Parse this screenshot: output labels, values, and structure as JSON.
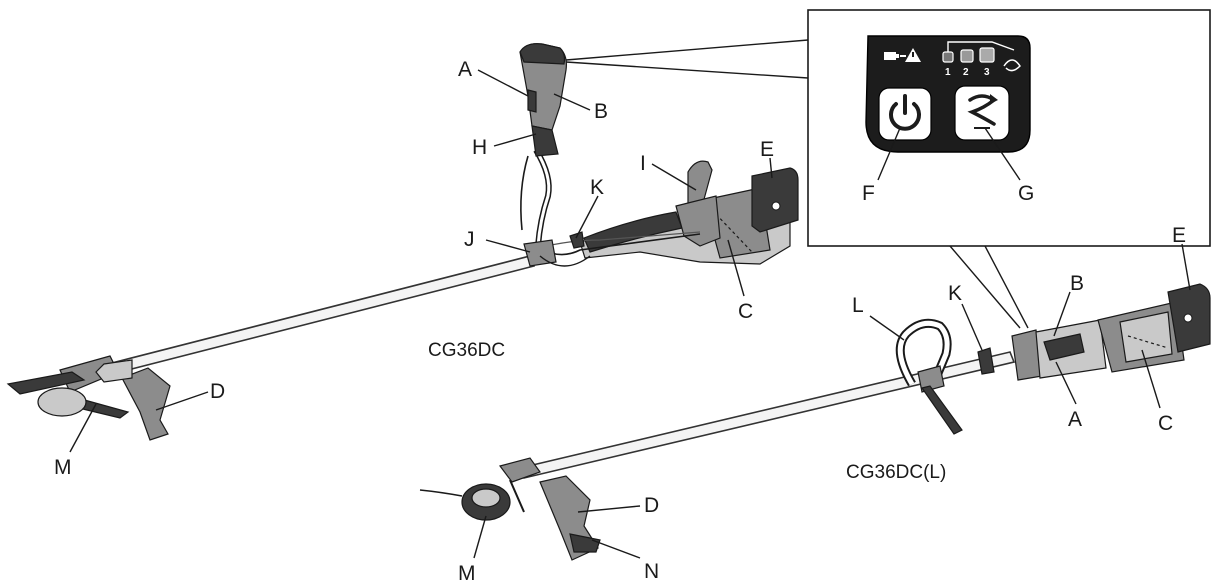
{
  "models": {
    "standard": "CG36DC",
    "loop_handle": "CG36DC(L)"
  },
  "callouts": {
    "top": {
      "A": "A",
      "B": "B",
      "H": "H",
      "I": "I",
      "E": "E",
      "K": "K",
      "J": "J",
      "C": "C",
      "D": "D",
      "M": "M"
    },
    "bottom": {
      "L": "L",
      "K": "K",
      "B": "B",
      "E": "E",
      "A": "A",
      "C": "C",
      "D": "D",
      "M": "M",
      "N": "N"
    },
    "panel": {
      "F": "F",
      "G": "G"
    }
  },
  "control_panel": {
    "mode_numbers": [
      "1",
      "2",
      "3"
    ],
    "power_icon": "power-icon",
    "rotation_icon": "rotation-reverse-icon",
    "battery_warning_icon": "battery-warning-icon"
  }
}
